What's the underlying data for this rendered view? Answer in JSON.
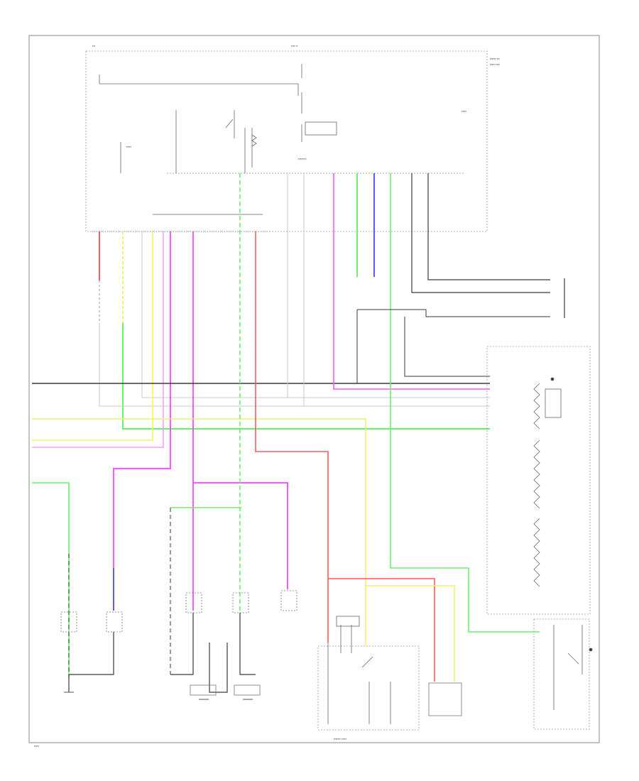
{
  "diagram": {
    "title": "",
    "colors": {
      "black": "#3a3a3a",
      "gray": "#9a9a9a",
      "light_gray": "#c8c8c8",
      "red": "#ff5a5a",
      "pink": "#ff55ff",
      "green": "#6af06a",
      "yellow": "#f4f06a",
      "blue": "#5a5aff",
      "box": "#888888"
    },
    "components": [
      {
        "id": "upper-module-box"
      },
      {
        "id": "body-control-module-box"
      },
      {
        "id": "lower-left-box"
      },
      {
        "id": "lower-right-box"
      },
      {
        "id": "connector-c"
      },
      {
        "id": "left-light-1"
      },
      {
        "id": "left-light-2"
      },
      {
        "id": "center-light-1"
      },
      {
        "id": "center-light-2"
      },
      {
        "id": "center-light-3"
      },
      {
        "id": "ground-1"
      },
      {
        "id": "ground-2"
      },
      {
        "id": "ground-3"
      }
    ]
  }
}
